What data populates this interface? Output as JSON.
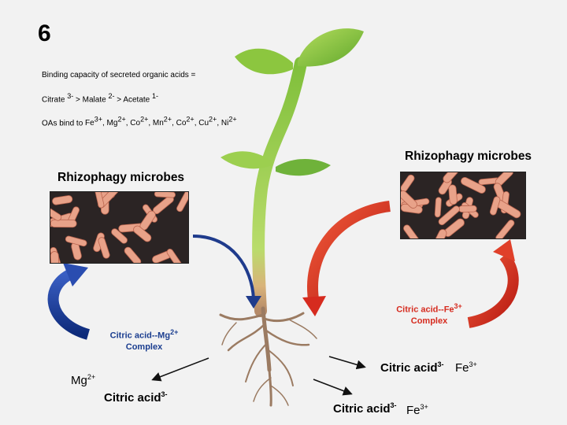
{
  "slide_number": "6",
  "info": {
    "line1": "Binding capacity of secreted organic acids =",
    "line2": {
      "a": "Citrate ",
      "a_sup": "3-",
      "b": " > Malate ",
      "b_sup": "2-",
      "c": " > Acetate ",
      "c_sup": "1-"
    },
    "line3": {
      "prefix": "OAs bind to ",
      "ions": [
        {
          "el": "Fe",
          "ch": "3+"
        },
        {
          "el": "Mg",
          "ch": "2+"
        },
        {
          "el": "Co",
          "ch": "2+"
        },
        {
          "el": "Mn",
          "ch": "2+"
        },
        {
          "el": "Co",
          "ch": "2+"
        },
        {
          "el": "Cu",
          "ch": "2+"
        },
        {
          "el": "Ni",
          "ch": "2+"
        }
      ]
    }
  },
  "left_panel": {
    "title": "Rhizophagy microbes",
    "complex": {
      "line1": "Citric acid--Mg",
      "sup": "2+",
      "line2": "Complex"
    }
  },
  "right_panel": {
    "title": "Rhizophagy microbes",
    "complex": {
      "line1": "Citric acid--Fe",
      "sup": "3+",
      "line2": "Complex"
    }
  },
  "labels": {
    "mg_ion": {
      "text": "Mg",
      "sup": "2+"
    },
    "citric_left": {
      "text": "Citric acid",
      "sup": "3-"
    },
    "citric_right1": {
      "text": "Citric acid",
      "sup": "3-"
    },
    "fe_right1": {
      "text": "Fe",
      "sup": "3+"
    },
    "citric_right2": {
      "text": "Citric acid",
      "sup": "3-"
    },
    "fe_right2": {
      "text": "Fe",
      "sup": "3+"
    }
  },
  "colors": {
    "blue_arrow": "#1f3b8c",
    "red_arrow": "#d62b1f",
    "leaf": "#8cc63f",
    "stem": "#a9d15a",
    "root": "#9b7b62",
    "microbe": "#e8a289"
  }
}
